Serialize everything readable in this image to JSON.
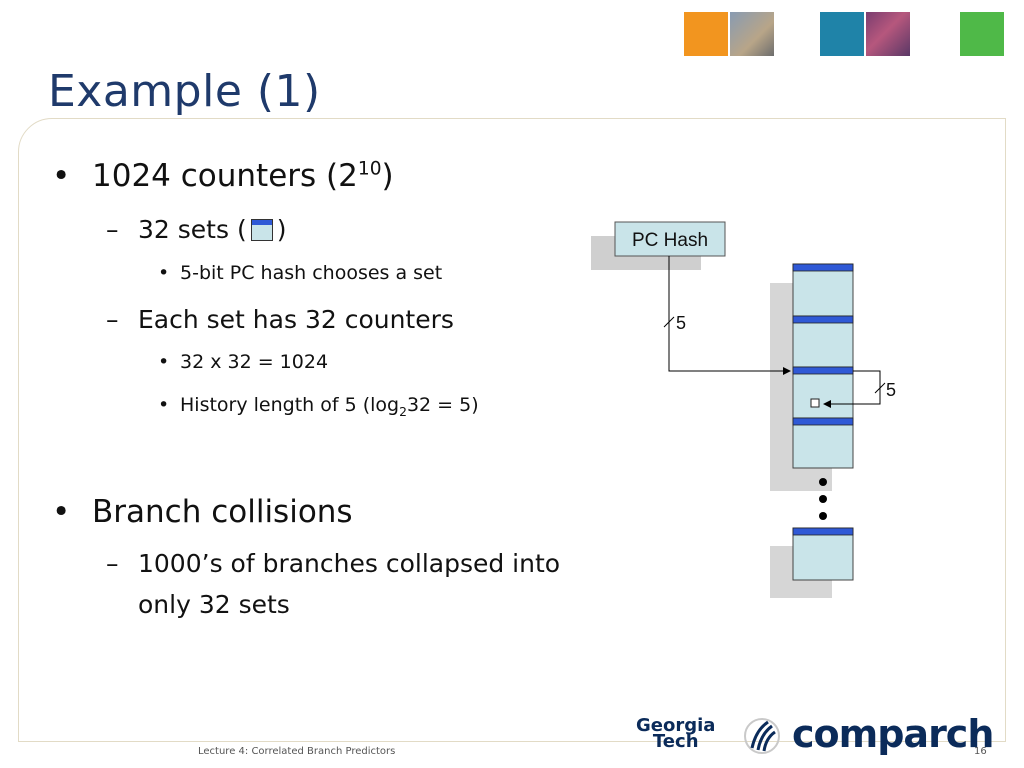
{
  "title": "Example (1)",
  "bullets": {
    "b1_text": "1024 counters (2",
    "b1_sup": "10",
    "b1_close": ")",
    "b1_sets_prefix": "32 sets (",
    "b1_sets_suffix": ")",
    "b1_sets_sub": "5-bit PC hash chooses a set",
    "b1_each": "Each set has 32 counters",
    "b1_calc": "32 x 32 = 1024",
    "b1_hist_prefix": "History length of 5 (log",
    "b1_hist_sub": "2",
    "b1_hist_suffix": "32 = 5)",
    "b2_text": "Branch collisions",
    "b2_sub_line1": "1000’s of branches collapsed into",
    "b2_sub_line2": "only 32 sets"
  },
  "diagram": {
    "pc_hash_label": "PC Hash",
    "hash_bits_label": "5",
    "history_bits_label": "5"
  },
  "footer": {
    "lecture": "Lecture 4: Correlated Branch Predictors",
    "page": "16"
  },
  "logos": {
    "georgia": "Georgia",
    "tech": "Tech",
    "comparch": "comparch"
  },
  "colors": {
    "title": "#1f3a6b",
    "set_fill": "#c9e4e9",
    "set_top_bar": "#2f59d6",
    "tile_orange": "#f2951f",
    "tile_blue": "#1f83a8",
    "tile_green": "#4fb948"
  }
}
